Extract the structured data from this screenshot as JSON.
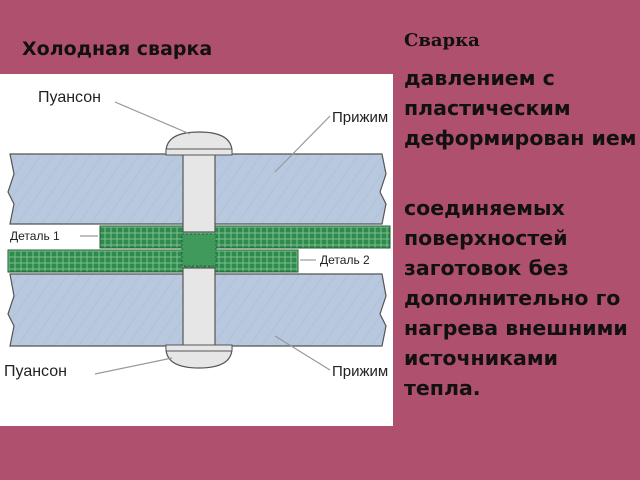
{
  "slide": {
    "title": "Холодная сварка",
    "right_heading": "Сварка",
    "text_block_1": "давлением с пластическим деформирован ием",
    "text_block_2": "соединяемых поверхностей заготовок без дополнительно го нагрева внешними источниками тепла."
  },
  "diagram": {
    "labels": {
      "punch_top": "Пуансон",
      "clamp_top": "Прижим",
      "part_1": "Деталь 1",
      "part_2": "Деталь 2",
      "punch_bottom": "Пуансон",
      "clamp_bottom": "Прижим"
    }
  },
  "colors": {
    "background": "#b0506f",
    "clamp_fill": "#b6c7dd",
    "part_fill": "#2f8a4e",
    "punch_fill": "#e6e6e6"
  }
}
